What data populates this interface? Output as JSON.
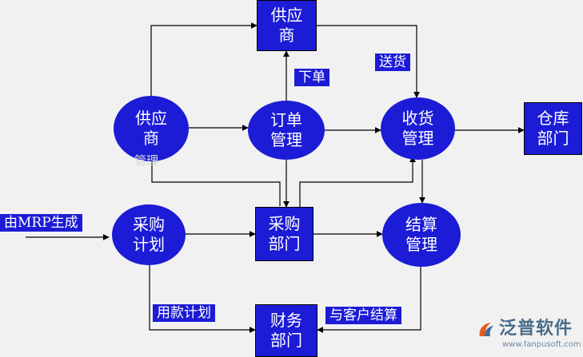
{
  "nodes": {
    "supplier": "供应\n商",
    "supplier_mgmt": "供应\n商",
    "supplier_mgmt_overlap": "管理",
    "order_mgmt": "订单\n管理",
    "receiving_mgmt": "收货\n管理",
    "warehouse": "仓库\n部门",
    "purchase_plan": "采购\n计划",
    "purchase_dept": "采购\n部门",
    "settlement_mgmt": "结算\n管理",
    "finance_dept": "财务\n部门"
  },
  "labels": {
    "place_order": "下单",
    "delivery": "送货",
    "from_mrp": "由MRP生成",
    "payment_plan": "用款计划",
    "customer_settlement": "与客户结算"
  },
  "brand": {
    "name": "泛普软件",
    "url": "www.fanpusoft.com"
  },
  "colors": {
    "node_fill": "#1c1cd6",
    "node_text": "#ffffff",
    "connector": "#000000",
    "background": "#f1f1f1"
  }
}
